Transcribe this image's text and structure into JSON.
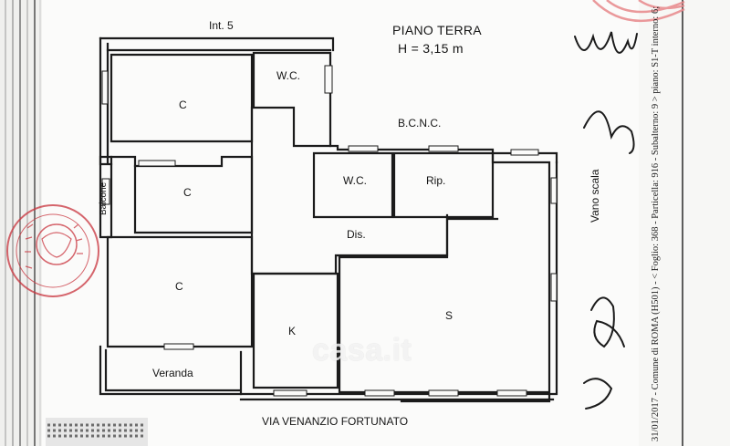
{
  "header": {
    "unit_number": "Int. 5",
    "floor_title": "PIANO TERRA",
    "ceiling_height": "H = 3,15 m"
  },
  "rooms": {
    "room_c1": "C",
    "room_c2": "C",
    "room_c3": "C",
    "wc1": "W.C.",
    "wc2": "W.C.",
    "ripostiglio": "Rip.",
    "disimpegno": "Dis.",
    "soggiorno": "S",
    "cucina": "K",
    "balcone": "Balcone",
    "veranda": "Veranda",
    "bcnc": "B.C.N.C.",
    "vano_scala": "Vano scala"
  },
  "street": "VIA VENANZIO FORTUNATO",
  "margin_note": "31/01/2017 - Comune di ROMA (H501) - < Foglio: 368 - Particella: 916 - Subalterno: 9 > piano: S1-T interno: 6;",
  "watermark": "casa.it",
  "colors": {
    "wall": "#1b1b1b",
    "stamp": "#c9333d",
    "stamp_corner": "#e8888b",
    "binding": "#6a6a6a"
  }
}
